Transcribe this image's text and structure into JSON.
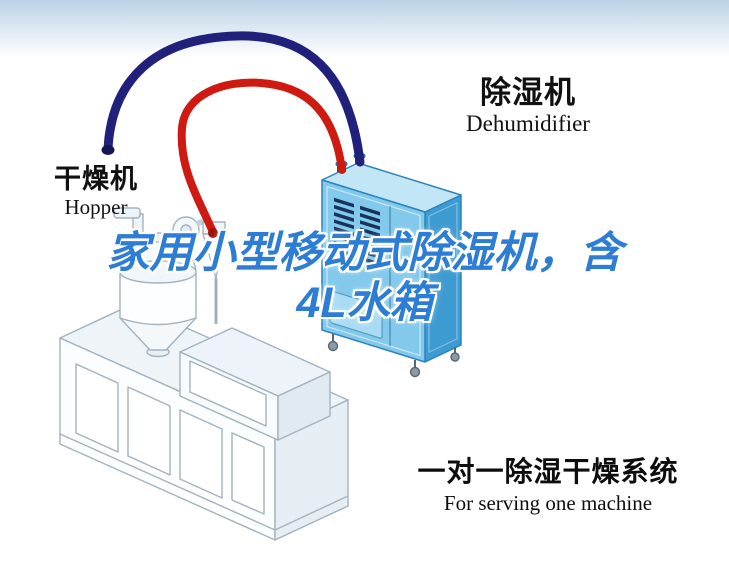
{
  "sky": {
    "color_top": "#bcd2e6",
    "color_bottom": "#ffffff"
  },
  "callouts": {
    "hopper": {
      "zh": "干燥机",
      "en": "Hopper"
    },
    "dehumidifier": {
      "zh": "除湿机",
      "en": "Dehumidifier"
    }
  },
  "headline": {
    "line1": "家用小型移动式除湿机，含",
    "line2": "4L水箱",
    "color": "#2d7dd5"
  },
  "caption": {
    "zh": "一对一除湿干燥系统",
    "en": "For serving one machine"
  },
  "colors": {
    "hose_red": "#cf1a12",
    "hose_navy": "#21217b",
    "unit_front": "#82c9ec",
    "unit_side": "#3e9bd2",
    "unit_top": "#c3e6f6",
    "unit_edge": "#2b84bd",
    "vent_slat": "#17335c",
    "line_art": "#a3b2bf",
    "label_text": "#111111"
  }
}
